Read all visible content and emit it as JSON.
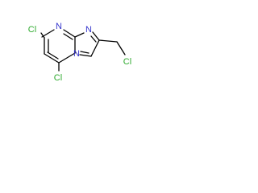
{
  "molecule": {
    "atoms": {
      "cl_left": "Cl",
      "n_pyrimidine": "N",
      "n_imidazole": "N",
      "n_bridge": "N",
      "cl_bottom": "Cl",
      "cl_chloromethyl": "Cl"
    },
    "colors": {
      "bond": "#000000",
      "nitrogen": "#3333cc",
      "chlorine": "#2eaa2e"
    }
  }
}
